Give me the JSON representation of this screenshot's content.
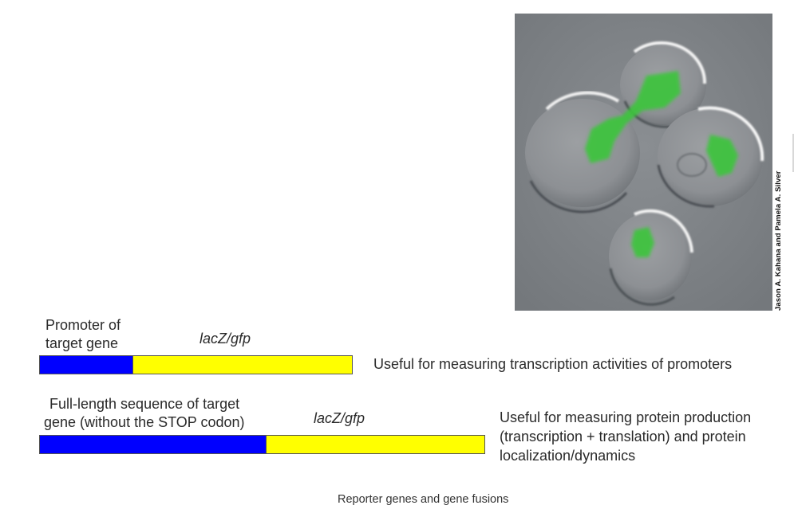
{
  "construct_1": {
    "promoter_label_line1": "Promoter of",
    "promoter_label_line2": "target gene",
    "reporter_label": "lacZ/gfp",
    "description": "Useful for measuring transcription activities of promoters"
  },
  "construct_2": {
    "gene_label_line1": "Full-length sequence of target",
    "gene_label_line2": "gene (without the STOP codon)",
    "reporter_label": "lacZ/gfp",
    "description_line1": "Useful for measuring protein production",
    "description_line2": "(transcription + translation) and protein",
    "description_line3": "localization/dynamics"
  },
  "photo": {
    "credit": "Jason A. Kahana and Pamela A. Silver"
  },
  "caption": "Reporter genes and gene fusions",
  "colors": {
    "promoter_gene": "#0000ff",
    "reporter": "#ffff00",
    "fluorescence": "#3ec43e"
  }
}
